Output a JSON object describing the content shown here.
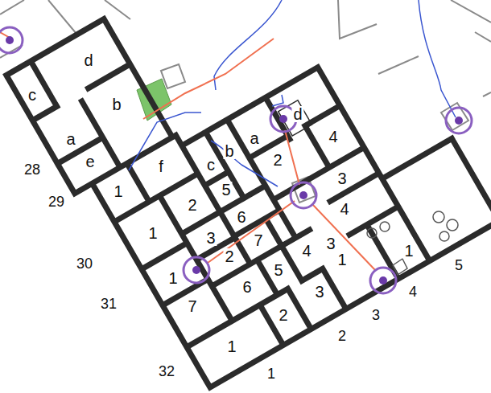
{
  "diagram": {
    "labels": [
      "d",
      "c",
      "b",
      "a",
      "e",
      "f",
      "d",
      "a",
      "b",
      "4",
      "2",
      "c",
      "28",
      "3",
      "5",
      "1",
      "29",
      "2",
      "4",
      "6",
      "1",
      "3",
      "7",
      "3",
      "1",
      "4",
      "2",
      "1",
      "30",
      "5",
      "5",
      "1",
      "6",
      "3",
      "4",
      "31",
      "7",
      "2",
      "3",
      "2",
      "1",
      "32",
      "1"
    ]
  }
}
